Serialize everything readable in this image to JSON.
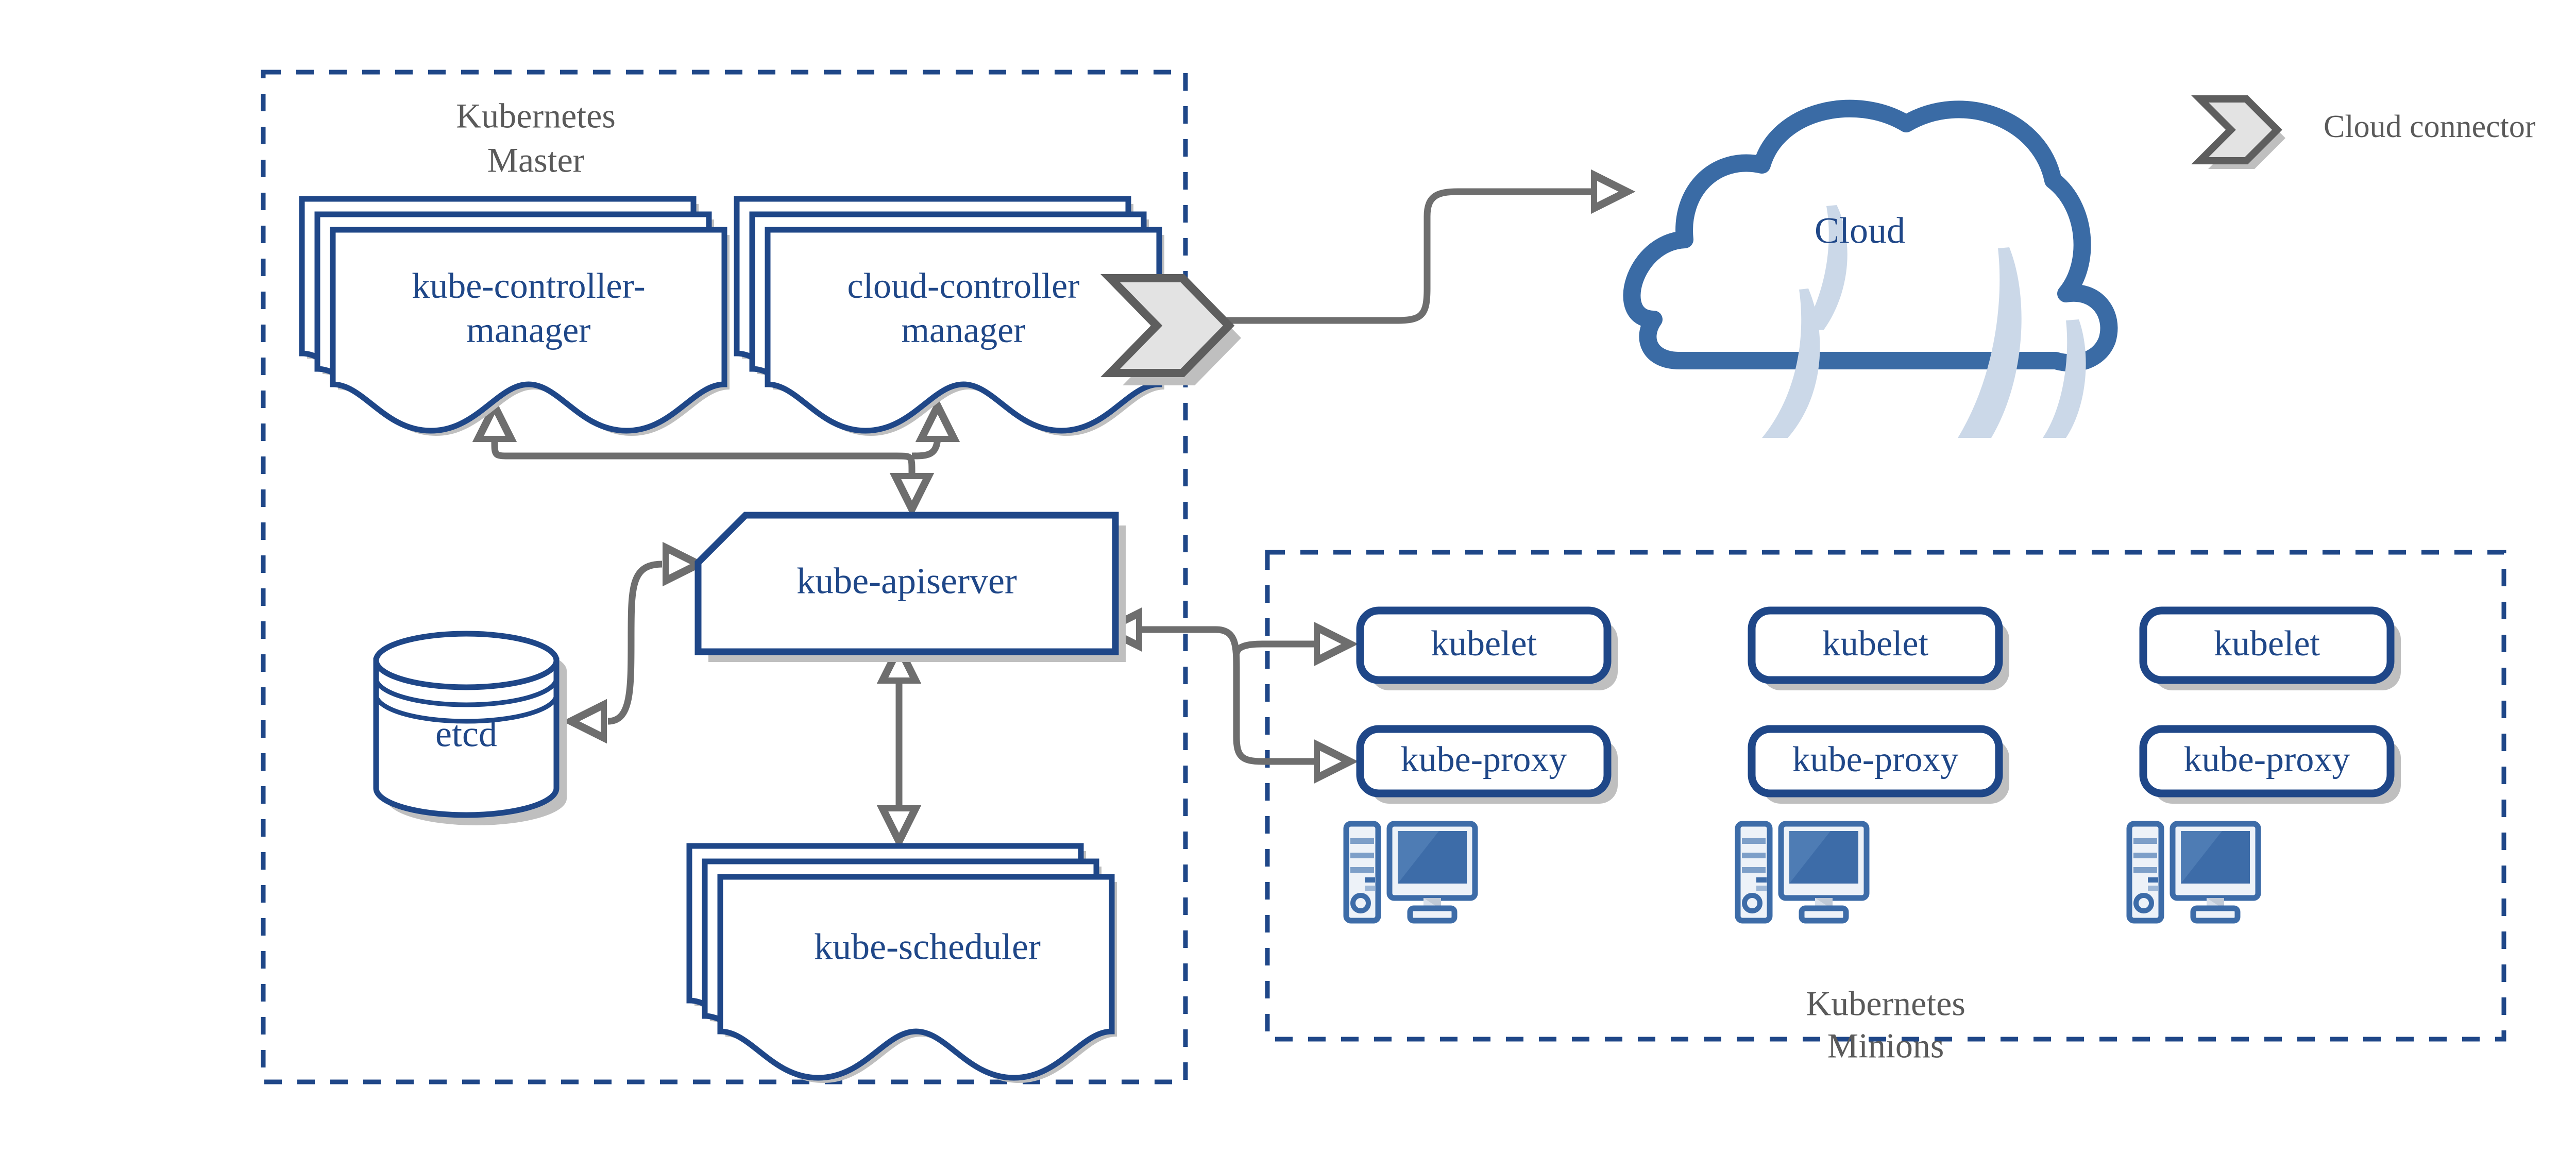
{
  "diagram": {
    "title": "Kubernetes Architecture",
    "type": "architecture-diagram"
  },
  "colors": {
    "primary_blue": "#1F4788",
    "border_blue": "#1F4788",
    "text_blue": "#1F4788",
    "cloud_blue": "#3A6BA5",
    "cloud_accent": "#CBD8E8",
    "arrow_gray": "#6E6E6E",
    "shadow_gray": "#BFBFBF",
    "label_gray": "#5A5A5A",
    "connector_fill": "#E3E3E3",
    "connector_stroke": "#5E5E5E",
    "screen_blue": "#3D6CA8",
    "screen_highlight": "#4E7CB4",
    "tower_fill": "#EDF2F8",
    "tower_band": "#7D9FC8",
    "background": "#FFFFFF"
  },
  "zones": {
    "master": {
      "label_line1": "Kubernetes",
      "label_line2": "Master",
      "border_style": "dashed"
    },
    "minions": {
      "label_line1": "Kubernetes",
      "label_line2": "Minions",
      "border_style": "dashed"
    }
  },
  "legend": {
    "items": [
      {
        "icon": "cloud-connector-icon",
        "label": "Cloud connector"
      }
    ]
  },
  "master_nodes": [
    {
      "id": "kube-controller-manager",
      "label_line1": "kube-controller-",
      "label_line2": "manager",
      "shape": "document-stack",
      "stack_count": 3
    },
    {
      "id": "cloud-controller-manager",
      "label_line1": "cloud-controller",
      "label_line2": "manager",
      "shape": "document-stack",
      "stack_count": 3
    },
    {
      "id": "kube-apiserver",
      "label": "kube-apiserver",
      "shape": "cut-corner-rect"
    },
    {
      "id": "etcd",
      "label": "etcd",
      "shape": "cylinder"
    },
    {
      "id": "kube-scheduler",
      "label": "kube-scheduler",
      "shape": "document-stack",
      "stack_count": 3
    }
  ],
  "cloud": {
    "label": "Cloud",
    "shape": "cloud"
  },
  "minions": [
    {
      "id": "minion-1",
      "kubelet_label": "kubelet",
      "proxy_label": "kube-proxy",
      "machine_icon": "computer-icon"
    },
    {
      "id": "minion-2",
      "kubelet_label": "kubelet",
      "proxy_label": "kube-proxy",
      "machine_icon": "computer-icon"
    },
    {
      "id": "minion-3",
      "kubelet_label": "kubelet",
      "proxy_label": "kube-proxy",
      "machine_icon": "computer-icon"
    }
  ],
  "connections": [
    {
      "from": "kube-apiserver",
      "to": "kube-controller-manager",
      "arrow": "single"
    },
    {
      "from": "kube-apiserver",
      "to": "cloud-controller-manager",
      "arrow": "single"
    },
    {
      "from": "kube-apiserver",
      "to": "etcd",
      "arrow": "bidirectional"
    },
    {
      "from": "kube-apiserver",
      "to": "kube-scheduler",
      "arrow": "bidirectional"
    },
    {
      "from": "cloud-controller-manager",
      "to": "Cloud",
      "arrow": "single"
    },
    {
      "from": "minion-1-kubelet",
      "to": "kube-apiserver",
      "arrow": "single"
    },
    {
      "from": "minion-1-kube-proxy",
      "to": "kube-apiserver",
      "arrow": "single"
    }
  ]
}
